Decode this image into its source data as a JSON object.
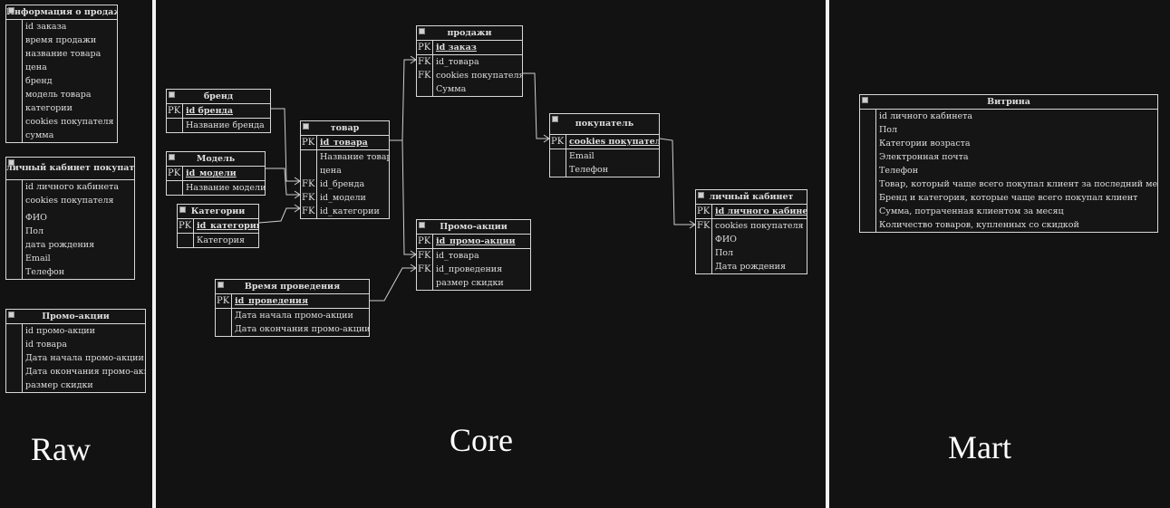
{
  "sections": {
    "raw": "Raw",
    "core": "Core",
    "mart": "Mart"
  },
  "raw": {
    "sales_info": {
      "title": "Информация о продажах",
      "fields": [
        "id заказа",
        "время продажи",
        "название товара",
        "цена",
        "бренд",
        "модель товара",
        "категории",
        "cookies покупателя",
        "сумма"
      ]
    },
    "customer_cabinet": {
      "title": "личный кабинет покупателя",
      "fields": [
        "id личного кабинета",
        "cookies покупателя",
        "ФИО",
        "Пол",
        "дата рождения",
        "Email",
        "Телефон"
      ]
    },
    "promotions": {
      "title": "Промо-акции",
      "fields": [
        "id промо-акции",
        "id товара",
        "Дата начала промо-акции",
        "Дата окончания промо-акции",
        "размер скидки"
      ]
    }
  },
  "core": {
    "sales": {
      "title": "продажи",
      "rows": [
        {
          "key": "PK",
          "name": "id заказ"
        },
        {
          "key": "FK",
          "name": "id_товара"
        },
        {
          "key": "FK",
          "name": "cookies покупателя"
        },
        {
          "key": "",
          "name": "Сумма"
        }
      ]
    },
    "brand": {
      "title": "бренд",
      "rows": [
        {
          "key": "PK",
          "name": "id бренда"
        },
        {
          "key": "",
          "name": "Название бренда"
        }
      ]
    },
    "product": {
      "title": "товар",
      "rows": [
        {
          "key": "PK",
          "name": "id_товара"
        },
        {
          "key": "",
          "name": "Название товара"
        },
        {
          "key": "",
          "name": "цена"
        },
        {
          "key": "FK",
          "name": "id_бренда"
        },
        {
          "key": "FK",
          "name": "id_модели"
        },
        {
          "key": "FK",
          "name": "id_категории"
        }
      ]
    },
    "customer": {
      "title": "покупатель",
      "rows": [
        {
          "key": "PK",
          "name": "cookies покупателя"
        },
        {
          "key": "",
          "name": "Email"
        },
        {
          "key": "",
          "name": "Телефон"
        }
      ]
    },
    "model": {
      "title": "Модель",
      "rows": [
        {
          "key": "PK",
          "name": "id_модели"
        },
        {
          "key": "",
          "name": "Название модели"
        }
      ]
    },
    "category": {
      "title": "Категории",
      "rows": [
        {
          "key": "PK",
          "name": "id_категории"
        },
        {
          "key": "",
          "name": "Категория"
        }
      ]
    },
    "promo": {
      "title": "Промо-акции",
      "rows": [
        {
          "key": "PK",
          "name": "id_промо-акции"
        },
        {
          "key": "FK",
          "name": "id_товара"
        },
        {
          "key": "FK",
          "name": "id_проведения"
        },
        {
          "key": "",
          "name": "размер скидки"
        }
      ]
    },
    "cabinet": {
      "title": "личный кабинет",
      "rows": [
        {
          "key": "PK",
          "name": "id личного кабинета"
        },
        {
          "key": "FK",
          "name": "cookies покупателя"
        },
        {
          "key": "",
          "name": "ФИО"
        },
        {
          "key": "",
          "name": "Пол"
        },
        {
          "key": "",
          "name": "Дата рождения"
        }
      ]
    },
    "period": {
      "title": "Время проведения",
      "rows": [
        {
          "key": "PK",
          "name": "id_проведения"
        },
        {
          "key": "",
          "name": "Дата начала промо-акции"
        },
        {
          "key": "",
          "name": "Дата окончания промо-акции"
        }
      ]
    }
  },
  "mart": {
    "showcase": {
      "title": "Витрина",
      "fields": [
        "id личного кабинета",
        "Пол",
        "Категории возраста",
        "Электронная почта",
        "Телефон",
        "Товар, который чаще всего покупал клиент за последний месяц",
        "Бренд и категория, которые чаще всего покупал клиент",
        "Сумма, потраченная клиентом за месяц",
        "Количество товаров, купленных со скидкой"
      ]
    }
  }
}
